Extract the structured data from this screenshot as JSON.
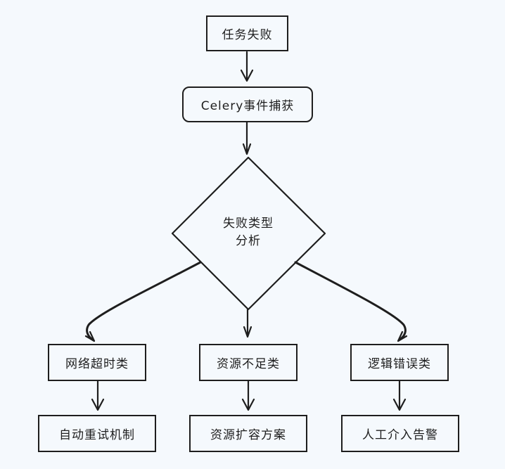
{
  "diagram": {
    "nodes": {
      "task_failed": "任务失败",
      "celery_capture": "Celery事件捕获",
      "analysis_line1": "失败类型",
      "analysis_line2": "分析",
      "network_timeout": "网络超时类",
      "resource_short": "资源不足类",
      "logic_error": "逻辑错误类",
      "auto_retry": "自动重试机制",
      "resource_scale": "资源扩容方案",
      "manual_alert": "人工介入告警"
    },
    "colors": {
      "background": "#f5f9fd",
      "stroke": "#1e1e1e"
    }
  }
}
